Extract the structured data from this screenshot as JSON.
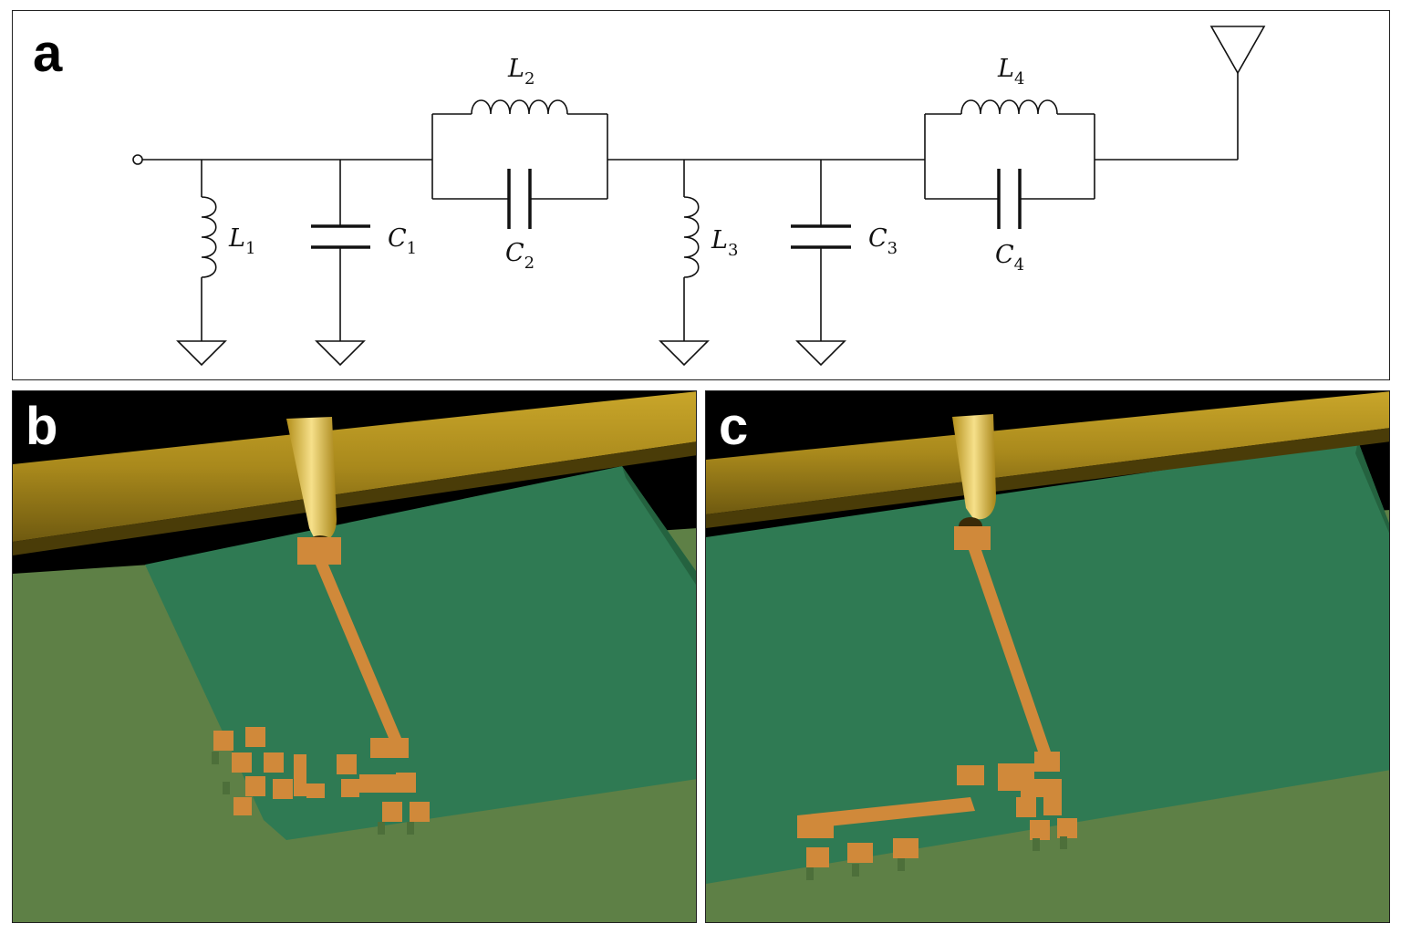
{
  "panels": {
    "a": {
      "letter": "a"
    },
    "b": {
      "letter": "b"
    },
    "c": {
      "letter": "c"
    }
  },
  "schematic": {
    "components": [
      {
        "id": "L1",
        "symbol": "L",
        "index": "1",
        "type": "shunt-inductor"
      },
      {
        "id": "C1",
        "symbol": "C",
        "index": "1",
        "type": "shunt-capacitor"
      },
      {
        "id": "L2",
        "symbol": "L",
        "index": "2",
        "type": "series-inductor"
      },
      {
        "id": "C2",
        "symbol": "C",
        "index": "2",
        "type": "series-capacitor"
      },
      {
        "id": "L3",
        "symbol": "L",
        "index": "3",
        "type": "shunt-inductor"
      },
      {
        "id": "C3",
        "symbol": "C",
        "index": "3",
        "type": "shunt-capacitor"
      },
      {
        "id": "L4",
        "symbol": "L",
        "index": "4",
        "type": "series-inductor"
      },
      {
        "id": "C4",
        "symbol": "C",
        "index": "4",
        "type": "series-capacitor"
      }
    ],
    "icons": [
      "input-terminal-icon",
      "ground-icon",
      "antenna-icon"
    ]
  },
  "colors": {
    "gold_frame": "#b8961f",
    "gold_frame_dark": "#7e6612",
    "pcb_green": "#2e7a52",
    "board_olive": "#5d7f45",
    "copper_trace": "#d0893a",
    "background": "#000000"
  }
}
